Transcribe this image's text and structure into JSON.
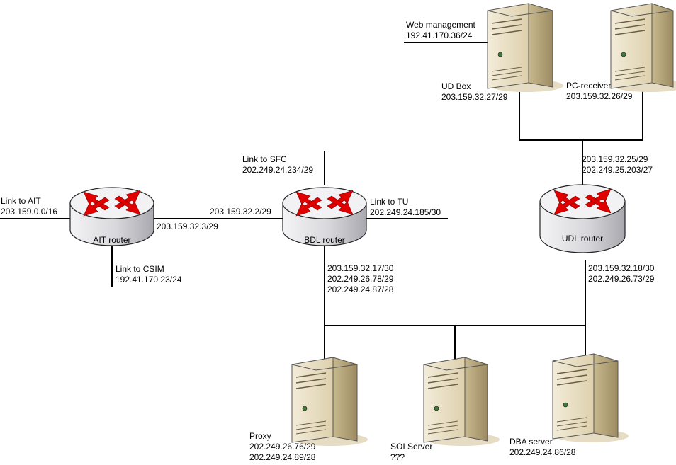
{
  "colors": {
    "line": "#000000",
    "arrow": "#e00000",
    "router_top": "#ededf0",
    "router_side": "#c8c8cc",
    "server_face": "#e9dfc6",
    "server_side": "#b8a77e",
    "shadow": "#e6dcc4"
  },
  "routers": {
    "ait": {
      "name": "AIT router"
    },
    "bdl": {
      "name": "BDL router"
    },
    "udl": {
      "name": "UDL router"
    }
  },
  "servers": {
    "ud_box": {
      "icon": "server-icon"
    },
    "pc_receiver": {
      "icon": "server-icon"
    },
    "proxy": {
      "icon": "server-icon"
    },
    "soi": {
      "icon": "server-icon"
    },
    "dba": {
      "icon": "server-icon"
    }
  },
  "labels": {
    "web_management": [
      "Web management",
      "192.41.170.36/24"
    ],
    "ud_box": [
      "UD Box",
      "203.159.32.27/29"
    ],
    "pc_receiver": [
      "PC-receiver",
      "203.159.32.26/29"
    ],
    "udl_uplink": [
      "203.159.32.25/29",
      "202.249.25.203/27"
    ],
    "link_ait": [
      "Link to AIT",
      "203.159.0.0/16"
    ],
    "ait_bdl": [
      "203.159.32.3/29"
    ],
    "bdl_ait": [
      "203.159.32.2/29"
    ],
    "link_csim": [
      "Link to CSIM",
      "192.41.170.23/24"
    ],
    "link_sfc": [
      "Link to SFC",
      "202.249.24.234/29"
    ],
    "link_tu": [
      "Link to TU",
      "202.249.24.185/30"
    ],
    "bdl_down": [
      "203.159.32.17/30",
      "202.249.26.78/29",
      "202.249.24.87/28"
    ],
    "udl_down": [
      "203.159.32.18/30",
      "202.249.26.73/29"
    ],
    "proxy": [
      "Proxy",
      "202.249.26.76/29",
      "202.249.24.89/28"
    ],
    "soi": [
      "SOI Server",
      "???"
    ],
    "dba": [
      "DBA server",
      "202.249.24.86/28"
    ]
  }
}
